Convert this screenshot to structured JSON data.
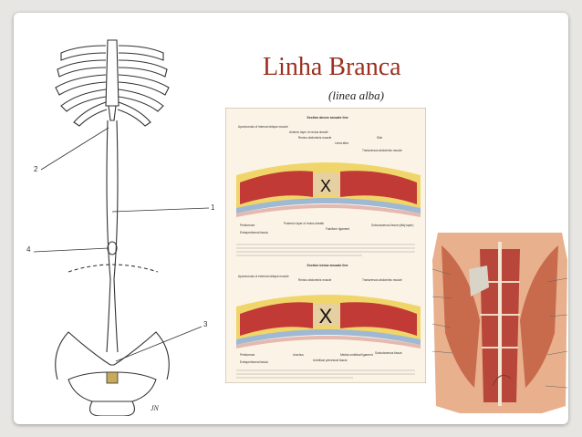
{
  "slide": {
    "title": "Linha Branca",
    "subtitle": "(linea alba)"
  },
  "sketch": {
    "labels": [
      "1",
      "2",
      "3",
      "4"
    ],
    "signature": "JN"
  },
  "plate": {
    "upper_heading": "Section above arcuate line",
    "lower_heading": "Section below arcuate line",
    "marker": "X",
    "upper_callouts": [
      "Aponeurosis of internal oblique muscle",
      "Anterior layer of rectus sheath",
      "Rectus abdominis muscle",
      "Linea alba",
      "Skin",
      "Transversus abdominis muscle",
      "Peritoneum",
      "Posterior layer of rectus sheath",
      "Extraperitoneal fascia",
      "Falciform ligament",
      "Subcutaneous tissue (fatty layer)"
    ],
    "lower_callouts": [
      "Aponeurosis of external oblique muscle",
      "Rectus abdominis muscle",
      "Transversus abdominis muscle",
      "Peritoneum",
      "Extraperitoneal fascia",
      "Urachus",
      "Umbilical prevesical fascia",
      "Medial umbilical ligament",
      "Subcutaneous tissue"
    ]
  },
  "photo": {
    "description": ""
  },
  "colors": {
    "title": "#9c2f1f",
    "muscle": "#c23a35",
    "fat": "#f0d66a",
    "fascia": "#9fb9d4",
    "page": "#fbf4e6"
  }
}
